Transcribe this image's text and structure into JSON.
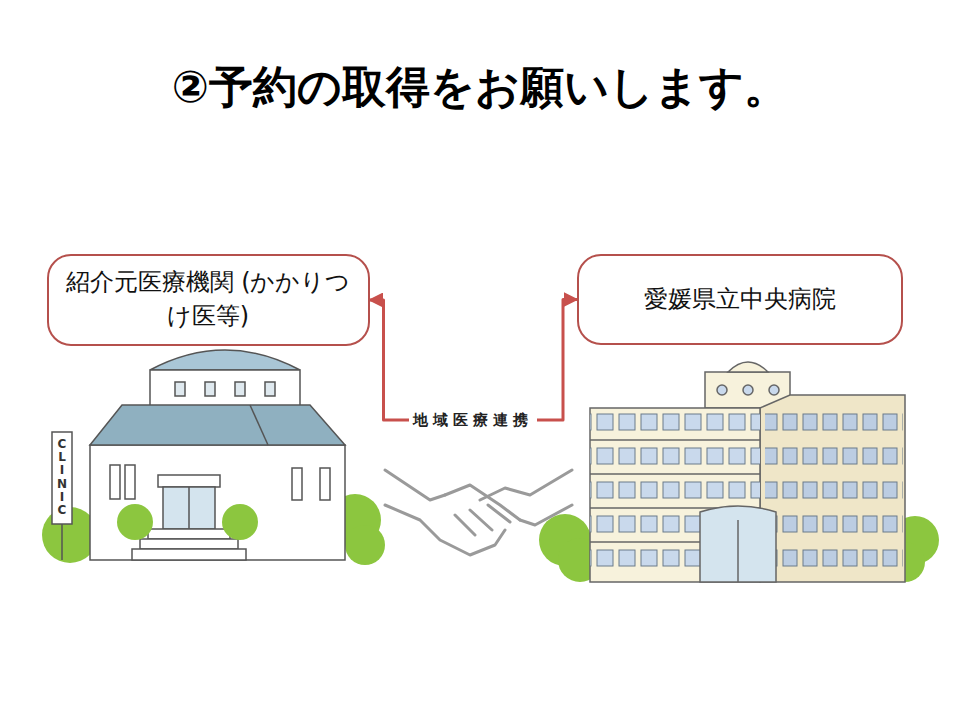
{
  "diagram": {
    "title": "②予約の取得をお願いします。",
    "nodes": [
      {
        "text": [
          "紹介元医療機関 (かかりつけ医等)"
        ]
      },
      {
        "text": [
          "愛媛県立中央病院"
        ]
      }
    ],
    "edges": [
      {
        "from": 0,
        "to": 1,
        "label": "地域医療連携",
        "arrow": "both"
      }
    ],
    "labels": [
      "CLINIC"
    ]
  }
}
